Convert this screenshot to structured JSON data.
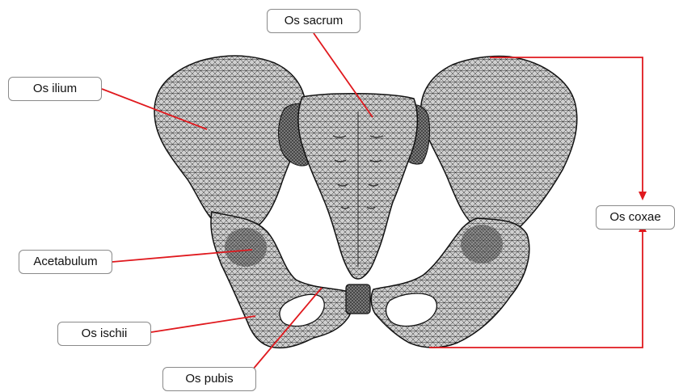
{
  "labels": {
    "os_sacrum": "Os sacrum",
    "os_ilium": "Os ilium",
    "acetabulum": "Acetabulum",
    "os_ischii": "Os ischii",
    "os_pubis": "Os pubis",
    "os_coxae": "Os coxae"
  },
  "colors": {
    "leader_line": "#e0191e",
    "bone_fill": "#d9d9d9",
    "bone_mesh": "#1a1a1a"
  },
  "icons": {
    "pelvis_illustration": "pelvis-wireframe-icon"
  }
}
